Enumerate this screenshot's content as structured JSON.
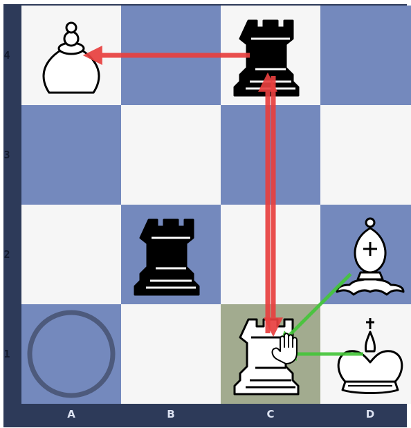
{
  "board": {
    "files": [
      "A",
      "B",
      "C",
      "D"
    ],
    "ranks": [
      "4",
      "3",
      "2",
      "1"
    ],
    "squares": [
      {
        "id": "a4",
        "shade": "light"
      },
      {
        "id": "b4",
        "shade": "dark"
      },
      {
        "id": "c4",
        "shade": "light"
      },
      {
        "id": "d4",
        "shade": "dark"
      },
      {
        "id": "a3",
        "shade": "dark"
      },
      {
        "id": "b3",
        "shade": "light"
      },
      {
        "id": "c3",
        "shade": "dark"
      },
      {
        "id": "d3",
        "shade": "light"
      },
      {
        "id": "a2",
        "shade": "light"
      },
      {
        "id": "b2",
        "shade": "dark"
      },
      {
        "id": "c2",
        "shade": "light"
      },
      {
        "id": "d2",
        "shade": "dark"
      },
      {
        "id": "a1",
        "shade": "dark"
      },
      {
        "id": "b1",
        "shade": "light"
      },
      {
        "id": "c1",
        "shade": "hl"
      },
      {
        "id": "d1",
        "shade": "light"
      }
    ],
    "pieces": [
      {
        "square": "a4",
        "color": "white",
        "type": "pawn"
      },
      {
        "square": "c4",
        "color": "black",
        "type": "rook"
      },
      {
        "square": "b2",
        "color": "black",
        "type": "rook"
      },
      {
        "square": "d2",
        "color": "white",
        "type": "bishop"
      },
      {
        "square": "c1",
        "color": "white",
        "type": "rook"
      },
      {
        "square": "d1",
        "color": "white",
        "type": "king"
      }
    ],
    "highlighted_square": "c1",
    "circle_marker": "a1",
    "cursor": {
      "square": "c1",
      "icon": "hand-grab-icon"
    },
    "arrows": [
      {
        "from": "c4",
        "to": "a4",
        "color": "#e8403f"
      },
      {
        "from": "c1",
        "to": "c4",
        "color": "#e8403f"
      },
      {
        "from": "c4",
        "to": "c1",
        "color": "#e8403f"
      },
      {
        "from": "d2",
        "to": "c1",
        "color": "#45c63a"
      },
      {
        "from": "d1",
        "to": "c1",
        "color": "#45c63a"
      }
    ],
    "colors": {
      "light": "#f6f6f6",
      "dark": "#7489bd",
      "highlight": "#a2ab8f",
      "frame": "#2d3a59",
      "circle": "#4d5a7c"
    }
  }
}
